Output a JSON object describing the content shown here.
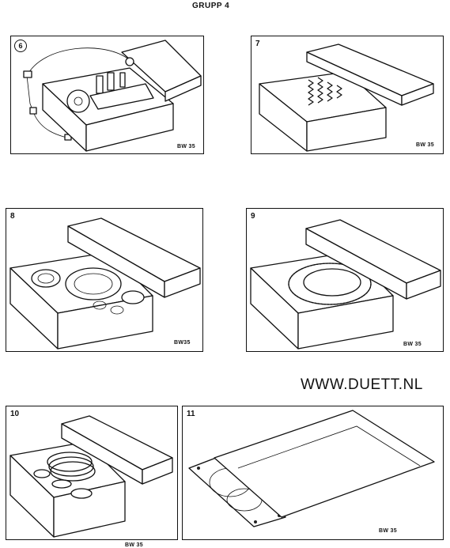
{
  "header": {
    "title": "GRUPP 4"
  },
  "watermark": {
    "text": "WWW.DUETT.NL"
  },
  "panels": [
    {
      "number": "6",
      "code": "BW 35",
      "depicts": "box with gear parts and cable"
    },
    {
      "number": "7",
      "code": "BW 35",
      "depicts": "box with springs"
    },
    {
      "number": "8",
      "code": "BW35",
      "depicts": "box with seals and gaskets"
    },
    {
      "number": "9",
      "code": "BW 35",
      "depicts": "box with clutch plate ring"
    },
    {
      "number": "10",
      "code": "BW 35",
      "depicts": "box with piston rings"
    },
    {
      "number": "11",
      "code": "BW 35",
      "depicts": "envelope with gasket"
    }
  ]
}
